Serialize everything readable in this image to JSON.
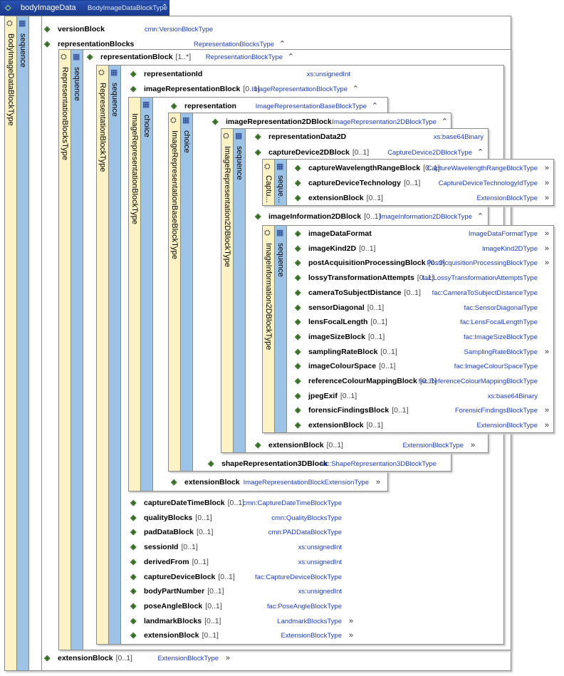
{
  "root": {
    "name": "bodyImageData",
    "type": "BodyImageDataBlockType",
    "expander": "⌃",
    "icon": "element-diamond",
    "typecol": "BodyImageDataBlockType",
    "compositor": "sequence"
  },
  "versionBlock": {
    "name": "versionBlock",
    "type": "cmn:VersionBlockType"
  },
  "representationBlocks": {
    "name": "representationBlocks",
    "type": "RepresentationBlocksType",
    "expander": "⌃",
    "typecol": "RepresentationBlocksType",
    "compositor": "sequence"
  },
  "representationBlock": {
    "name": "representationBlock",
    "card": "[1..*]",
    "type": "RepresentationBlockType",
    "expander": "⌃",
    "typecol": "RepresentationBlockType",
    "compositor": "sequence"
  },
  "repBlockChildren": [
    {
      "name": "captureDateTimeBlock",
      "card": "[0..1]",
      "type": "cmn:CaptureDateTimeBlockType",
      "expander": ""
    },
    {
      "name": "qualityBlocks",
      "card": "[0..1]",
      "type": "cmn:QualityBlocksType",
      "expander": ""
    },
    {
      "name": "padDataBlock",
      "card": "[0..1]",
      "type": "cmn:PADDataBlockType",
      "expander": ""
    },
    {
      "name": "sessionId",
      "card": "[0..1]",
      "type": "xs:unsignedInt",
      "expander": ""
    },
    {
      "name": "derivedFrom",
      "card": "[0..1]",
      "type": "xs:unsignedInt",
      "expander": ""
    },
    {
      "name": "captureDeviceBlock",
      "card": "[0..1]",
      "type": "fac:CaptureDeviceBlockType",
      "expander": ""
    },
    {
      "name": "bodyPartNumber",
      "card": "[0..1]",
      "type": "xs:unsignedInt",
      "expander": ""
    },
    {
      "name": "poseAngleBlock",
      "card": "[0..1]",
      "type": "fac:PoseAngleBlockType",
      "expander": ""
    },
    {
      "name": "landmarkBlocks",
      "card": "[0..1]",
      "type": "LandmarkBlocksType",
      "expander": "»"
    },
    {
      "name": "extensionBlock",
      "card": "[0..1]",
      "type": "ExtensionBlockType",
      "expander": "»"
    }
  ],
  "representationId": {
    "name": "representationId",
    "type": "xs:unsignedInt"
  },
  "imageRepresentationBlock": {
    "name": "imageRepresentationBlock",
    "card": "[0..1]",
    "type": "ImageRepresentationBlockType",
    "expander": "⌃",
    "typecol": "ImageRepresentationBlockType",
    "compositor": "choice"
  },
  "representation": {
    "name": "representation",
    "type": "ImageRepresentationBaseBlockType",
    "expander": "⌃",
    "typecol": "ImageRepresentationBaseBlockType",
    "compositor": "choice"
  },
  "irbExtension": {
    "name": "extensionBlock",
    "type": "ImageRepresentationBlockExtensionType",
    "expander": "»"
  },
  "imageRepresentation2DBlock": {
    "name": "imageRepresentation2DBlock",
    "type": "ImageRepresentation2DBlockType",
    "expander": "⌃",
    "typecol": "ImageRepresentation2DBlockType",
    "compositor": "sequence"
  },
  "shapeRepresentation3DBlock": {
    "name": "shapeRepresentation3DBlock",
    "type": "fac:ShapeRepresentation3DBlockType"
  },
  "representationData2D": {
    "name": "representationData2D",
    "type": "xs:base64Binary"
  },
  "captureDevice2DBlock": {
    "name": "captureDevice2DBlock",
    "card": "[0..1]",
    "type": "CaptureDevice2DBlockType",
    "expander": "⌃",
    "typecol": "Captu...",
    "compositor": "seque..."
  },
  "cd2dChildren": [
    {
      "name": "captureWavelengthRangeBlock",
      "card": "[0..1]",
      "type": "CaptureWavelengthRangeBlockType",
      "expander": "»"
    },
    {
      "name": "captureDeviceTechnology",
      "card": "[0..1]",
      "type": "CaptureDeviceTechnologyIdType",
      "expander": "»"
    },
    {
      "name": "extensionBlock",
      "card": "[0..1]",
      "type": "ExtensionBlockType",
      "expander": "»"
    }
  ],
  "imageInformation2DBlock": {
    "name": "imageInformation2DBlock",
    "card": "[0..1]",
    "type": "ImageInformation2DBlockType",
    "expander": "⌃",
    "typecol": "ImageInformation2DBlockType",
    "compositor": "sequence"
  },
  "ii2dChildren": [
    {
      "name": "imageDataFormat",
      "card": "",
      "type": "ImageDataFormatType",
      "expander": "»"
    },
    {
      "name": "imageKind2D",
      "card": "[0..1]",
      "type": "ImageKind2DType",
      "expander": "»"
    },
    {
      "name": "postAcquisitionProcessingBlock",
      "card": "[0..1]",
      "type": "PostAcquisitionProcessingBlockType",
      "expander": "»"
    },
    {
      "name": "lossyTransformationAttempts",
      "card": "[0..1]",
      "type": "fac:LossyTransformationAttemptsType",
      "expander": ""
    },
    {
      "name": "cameraToSubjectDistance",
      "card": "[0..1]",
      "type": "fac:CameraToSubjectDistanceType",
      "expander": ""
    },
    {
      "name": "sensorDiagonal",
      "card": "[0..1]",
      "type": "fac:SensorDiagonalType",
      "expander": ""
    },
    {
      "name": "lensFocalLength",
      "card": "[0..1]",
      "type": "fac:LensFocalLengthType",
      "expander": ""
    },
    {
      "name": "imageSizeBlock",
      "card": "[0..1]",
      "type": "fac:ImageSizeBlockType",
      "expander": ""
    },
    {
      "name": "samplingRateBlock",
      "card": "[0..1]",
      "type": "SamplingRateBlockType",
      "expander": "»"
    },
    {
      "name": "imageColourSpace",
      "card": "[0..1]",
      "type": "fac:ImageColourSpaceType",
      "expander": ""
    },
    {
      "name": "referenceColourMappingBlock",
      "card": "[0..1]",
      "type": "fac:ReferenceColourMappingBlockType",
      "expander": ""
    },
    {
      "name": "jpegExif",
      "card": "[0..1]",
      "type": "xs:base64Binary",
      "expander": ""
    },
    {
      "name": "forensicFindingsBlock",
      "card": "[0..1]",
      "type": "ForensicFindingsBlockType",
      "expander": "»"
    },
    {
      "name": "extensionBlock",
      "card": "[0..1]",
      "type": "ExtensionBlockType",
      "expander": "»"
    }
  ],
  "ir2dExtension": {
    "name": "extensionBlock",
    "card": "[0..1]",
    "type": "ExtensionBlockType",
    "expander": "»"
  },
  "rootExtension": {
    "name": "extensionBlock",
    "card": "[0..1]",
    "type": "ExtensionBlockType",
    "expander": "»"
  },
  "colors": {
    "typeCol": "#fdf2c4",
    "seqCol": "#9dc3e6",
    "typeText": "#1f3fb8",
    "diamond": "#2f6a1e",
    "titleBar": "#1e3f8f"
  }
}
